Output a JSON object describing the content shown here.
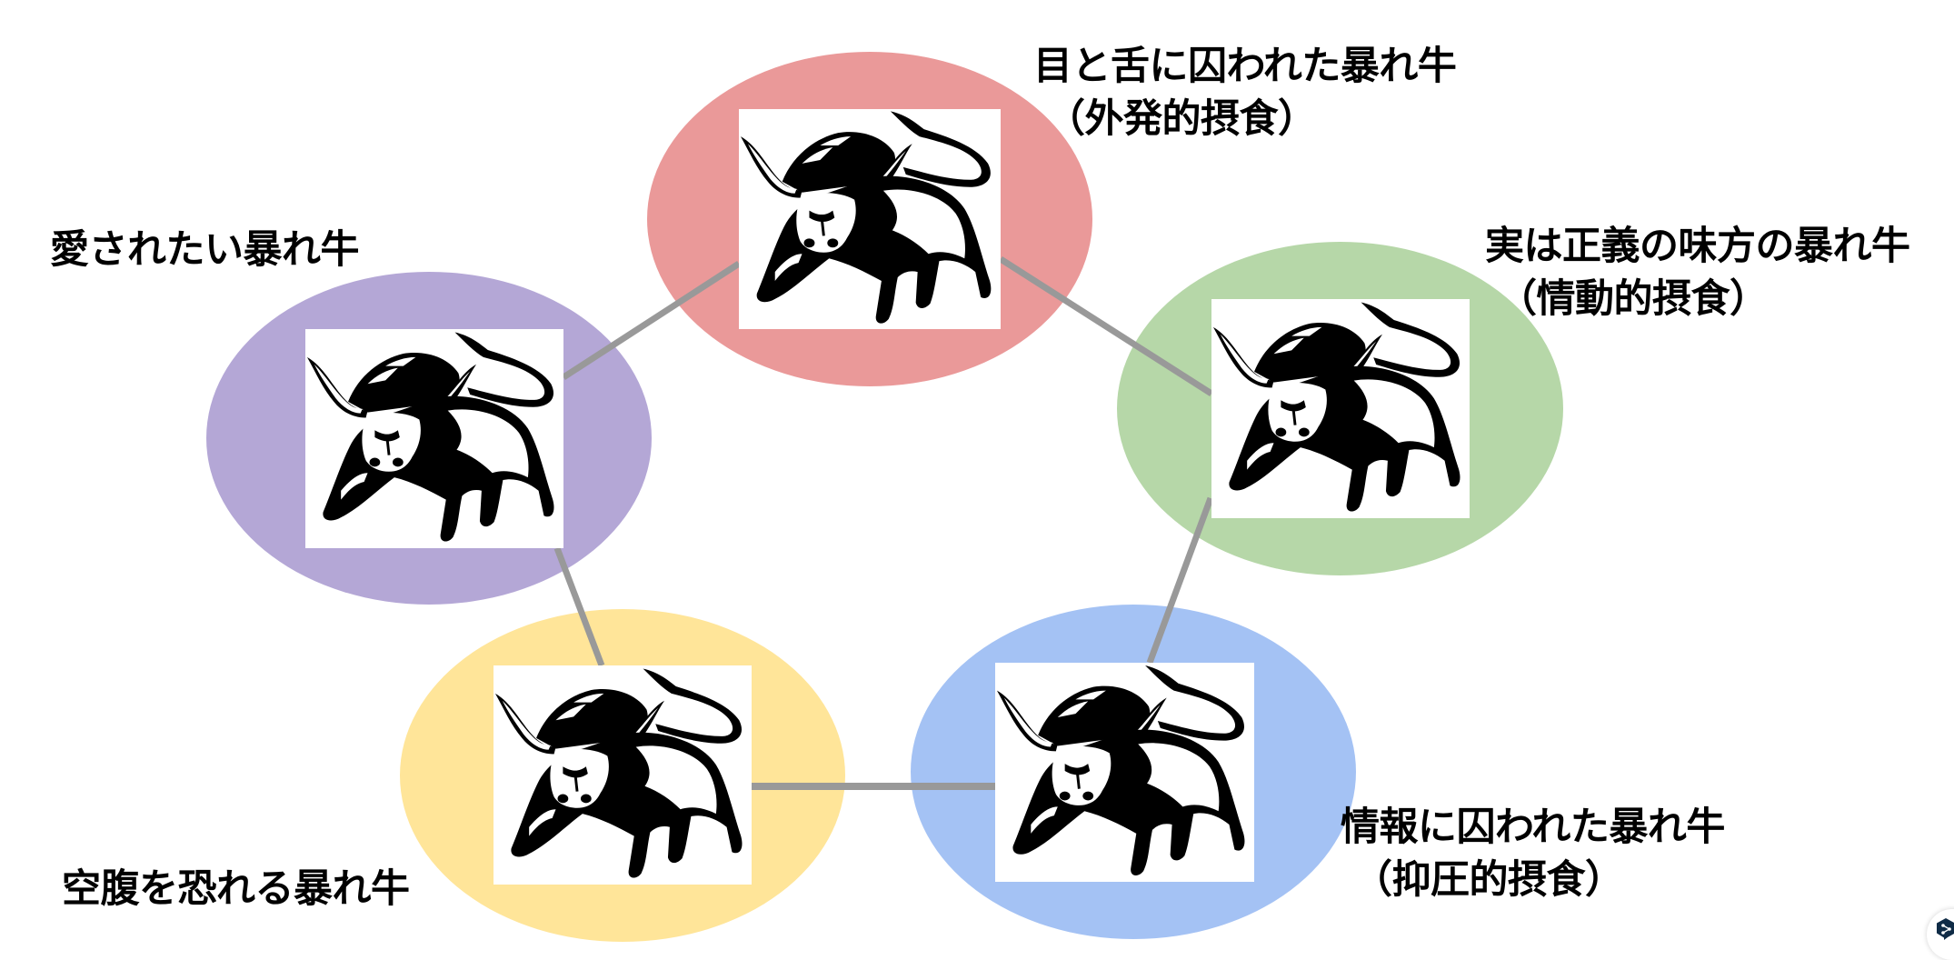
{
  "diagram": {
    "type": "five-node ring",
    "connector_color": "#999999",
    "nodes": [
      {
        "id": "top",
        "color": "#EA9999",
        "title": "目と舌に囚われた暴れ牛",
        "subtitle": "（外発的摂食）",
        "icon": "bull-icon"
      },
      {
        "id": "right",
        "color": "#B6D7A8",
        "title": "実は正義の味方の暴れ牛",
        "subtitle": "（情動的摂食）",
        "icon": "bull-icon"
      },
      {
        "id": "bottom-right",
        "color": "#A4C2F4",
        "title": "情報に囚われた暴れ牛",
        "subtitle": "（抑圧的摂食）",
        "icon": "bull-icon"
      },
      {
        "id": "bottom-left",
        "color": "#FFE599",
        "title": "空腹を恐れる暴れ牛",
        "subtitle": null,
        "icon": "bull-icon"
      },
      {
        "id": "left",
        "color": "#B4A7D6",
        "title": "愛されたい暴れ牛",
        "subtitle": null,
        "icon": "bull-icon"
      }
    ],
    "edges": [
      [
        "top",
        "right"
      ],
      [
        "right",
        "bottom-right"
      ],
      [
        "bottom-right",
        "bottom-left"
      ],
      [
        "bottom-left",
        "left"
      ],
      [
        "left",
        "top"
      ]
    ]
  },
  "floating_button": {
    "icon": "share-hex-icon",
    "color": "#0F2B46"
  }
}
